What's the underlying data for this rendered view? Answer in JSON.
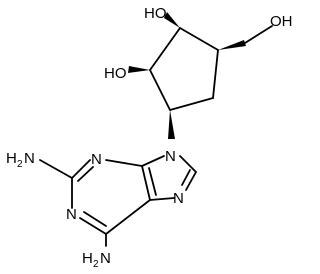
{
  "molecule": {
    "labels": {
      "ho_top": "HO",
      "ho_left": "HO",
      "oh_right": "OH",
      "n9": "N",
      "n3": "N",
      "n1": "N",
      "n7": "N",
      "nh2_left_main": "H",
      "nh2_left_sub": "2",
      "nh2_left_n": "N",
      "nh2_bottom_main": "H",
      "nh2_bottom_sub": "2",
      "nh2_bottom_n": "N"
    }
  }
}
